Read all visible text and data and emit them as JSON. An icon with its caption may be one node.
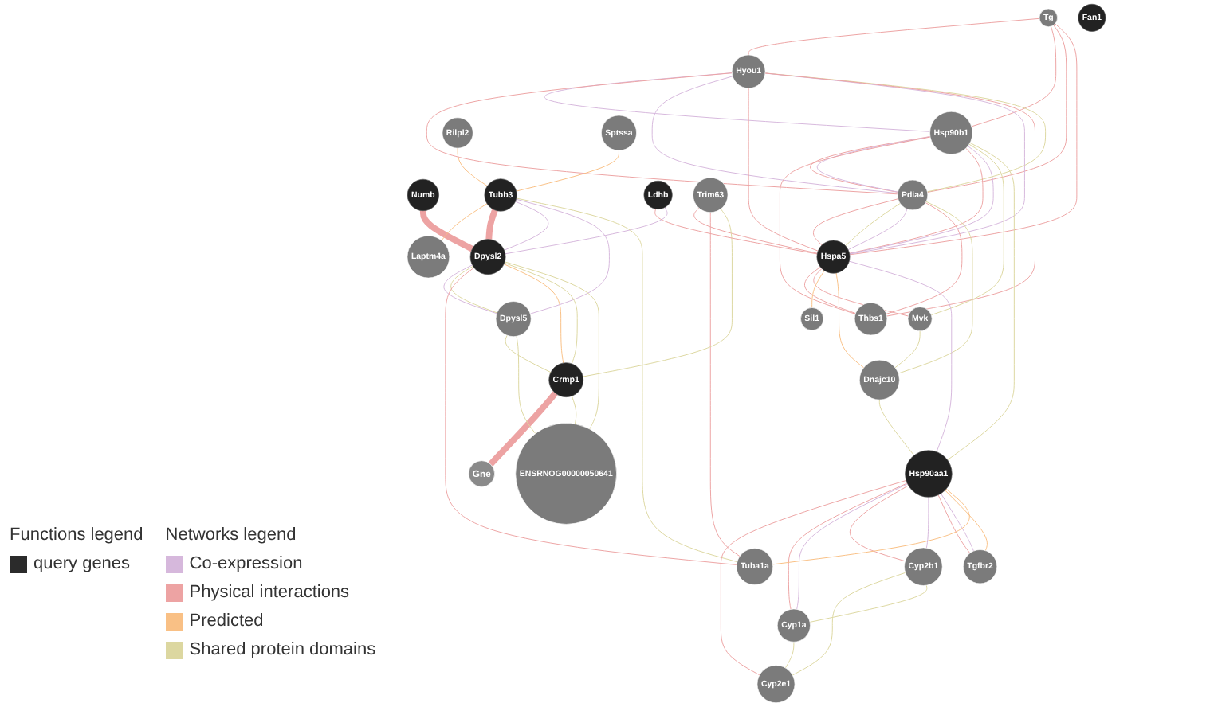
{
  "diagram": {
    "nodes": [
      {
        "text": [
          "Tg"
        ]
      },
      {
        "text": [
          "Hyou1"
        ]
      },
      {
        "text": [
          "Numb"
        ]
      },
      {
        "text": [
          "Hsp90b1"
        ]
      },
      {
        "text": [
          "Pdia4"
        ]
      },
      {
        "text": [
          "Ldhb"
        ]
      },
      {
        "text": [
          "Trim63"
        ]
      },
      {
        "text": [
          "Thbs1"
        ]
      },
      {
        "text": [
          "Hspa5"
        ]
      },
      {
        "text": [
          "Mvk"
        ]
      },
      {
        "text": [
          "Rilpl2"
        ]
      },
      {
        "text": [
          "Sil1"
        ]
      },
      {
        "text": [
          "Sptssa"
        ]
      },
      {
        "text": [
          "Tubb3"
        ]
      },
      {
        "text": [
          "Dpysl2"
        ]
      },
      {
        "text": [
          "Dnajc10"
        ]
      },
      {
        "text": [
          "Cyp2e1"
        ]
      },
      {
        "text": [
          "Hsp90aa1"
        ]
      },
      {
        "text": [
          "Laptm4a"
        ]
      },
      {
        "text": [
          "Cyp1a"
        ]
      },
      {
        "text": [
          "Dpysl5"
        ]
      },
      {
        "text": [
          "Tuba1a"
        ]
      },
      {
        "text": [
          "Cyp2b1"
        ]
      },
      {
        "text": [
          "Tgfbr2"
        ]
      },
      {
        "text": [
          "Crmp1"
        ]
      },
      {
        "text": [
          "Gne"
        ]
      },
      {
        "text": [
          "Fan1"
        ]
      },
      {
        "text": [
          "ENSRNOG00000050641"
        ]
      }
    ],
    "edges": [
      {
        "from": 0,
        "to": 1,
        "arrow": "none",
        "color": "#eda3a3"
      },
      {
        "from": 0,
        "to": 3,
        "arrow": "none",
        "color": "#eda3a3"
      },
      {
        "from": 0,
        "to": 4,
        "arrow": "none",
        "color": "#eda3a3"
      },
      {
        "from": 0,
        "to": 8,
        "arrow": "none",
        "color": "#eda3a3"
      },
      {
        "from": 1,
        "to": 3,
        "arrow": "none",
        "color": "#d6b8dc"
      },
      {
        "from": 4,
        "to": 1,
        "arrow": "none",
        "color": "#dcd7a0"
      },
      {
        "from": 1,
        "to": 4,
        "arrow": "none",
        "color": "#eda3a3"
      },
      {
        "from": 1,
        "to": 4,
        "arrow": "none",
        "color": "#d6b8dc"
      },
      {
        "from": 1,
        "to": 8,
        "arrow": "none",
        "color": "#eda3a3"
      },
      {
        "from": 1,
        "to": 8,
        "arrow": "none",
        "color": "#d6b8dc"
      },
      {
        "from": 1,
        "to": 7,
        "arrow": "none",
        "color": "#eda3a3"
      },
      {
        "from": 3,
        "to": 4,
        "arrow": "none",
        "color": "#eda3a3"
      },
      {
        "from": 3,
        "to": 4,
        "arrow": "none",
        "color": "#d6b8dc"
      },
      {
        "from": 3,
        "to": 7,
        "arrow": "none",
        "color": "#eda3a3"
      },
      {
        "from": 3,
        "to": 8,
        "arrow": "none",
        "color": "#eda3a3"
      },
      {
        "from": 3,
        "to": 8,
        "arrow": "none",
        "color": "#d6b8dc"
      },
      {
        "from": 3,
        "to": 9,
        "arrow": "none",
        "color": "#dcd7a0"
      },
      {
        "from": 3,
        "to": 17,
        "arrow": "none",
        "color": "#dcd7a0"
      },
      {
        "from": 4,
        "to": 8,
        "arrow": "none",
        "color": "#eda3a3"
      },
      {
        "from": 4,
        "to": 8,
        "arrow": "none",
        "color": "#dcd7a0"
      },
      {
        "from": 4,
        "to": 8,
        "arrow": "none",
        "color": "#d6b8dc"
      },
      {
        "from": 4,
        "to": 7,
        "arrow": "none",
        "color": "#eda3a3"
      },
      {
        "from": 4,
        "to": 15,
        "arrow": "none",
        "color": "#dcd7a0"
      },
      {
        "from": 8,
        "to": 7,
        "arrow": "none",
        "color": "#eda3a3"
      },
      {
        "from": 8,
        "to": 9,
        "arrow": "none",
        "color": "#eda3a3"
      },
      {
        "from": 8,
        "to": 11,
        "arrow": "none",
        "color": "#f9c085"
      },
      {
        "from": 8,
        "to": 15,
        "arrow": "none",
        "color": "#f9c085"
      },
      {
        "from": 8,
        "to": 17,
        "arrow": "none",
        "color": "#d6b8dc"
      },
      {
        "from": 6,
        "to": 8,
        "arrow": "none",
        "color": "#eda3a3"
      },
      {
        "from": 6,
        "to": 21,
        "arrow": "none",
        "color": "#eda3a3"
      },
      {
        "from": 6,
        "to": 24,
        "arrow": "none",
        "color": "#dcd7a0"
      },
      {
        "from": 2,
        "to": 14,
        "arrow": "none",
        "style": "thick",
        "color": "#eda3a3"
      },
      {
        "from": 5,
        "to": 8,
        "arrow": "none",
        "color": "#eda3a3"
      },
      {
        "from": 5,
        "to": 14,
        "arrow": "none",
        "color": "#d6b8dc"
      },
      {
        "from": 10,
        "to": 13,
        "arrow": "none",
        "color": "#f9c085"
      },
      {
        "from": 12,
        "to": 13,
        "arrow": "none",
        "color": "#f9c085"
      },
      {
        "from": 13,
        "to": 18,
        "arrow": "none",
        "color": "#f9c085"
      },
      {
        "from": 13,
        "to": 14,
        "arrow": "none",
        "style": "thick",
        "color": "#eda3a3"
      },
      {
        "from": 13,
        "to": 14,
        "arrow": "none",
        "color": "#d6b8dc"
      },
      {
        "from": 13,
        "to": 20,
        "arrow": "none",
        "color": "#d6b8dc"
      },
      {
        "from": 13,
        "to": 21,
        "arrow": "none",
        "color": "#dcd7a0"
      },
      {
        "from": 14,
        "to": 20,
        "arrow": "none",
        "color": "#d6b8dc"
      },
      {
        "from": 14,
        "to": 20,
        "arrow": "none",
        "color": "#dcd7a0"
      },
      {
        "from": 14,
        "to": 21,
        "arrow": "none",
        "color": "#eda3a3"
      },
      {
        "from": 14,
        "to": 24,
        "arrow": "none",
        "color": "#f9c085"
      },
      {
        "from": 14,
        "to": 24,
        "arrow": "none",
        "color": "#dcd7a0"
      },
      {
        "from": 14,
        "to": 27,
        "arrow": "none",
        "color": "#dcd7a0"
      },
      {
        "from": 9,
        "to": 15,
        "arrow": "none",
        "color": "#dcd7a0"
      },
      {
        "from": 15,
        "to": 17,
        "arrow": "none",
        "color": "#dcd7a0"
      },
      {
        "from": 17,
        "to": 16,
        "arrow": "none",
        "color": "#eda3a3"
      },
      {
        "from": 17,
        "to": 19,
        "arrow": "none",
        "color": "#eda3a3"
      },
      {
        "from": 17,
        "to": 19,
        "arrow": "none",
        "color": "#d6b8dc"
      },
      {
        "from": 17,
        "to": 22,
        "arrow": "none",
        "color": "#eda3a3"
      },
      {
        "from": 17,
        "to": 22,
        "arrow": "none",
        "color": "#d6b8dc"
      },
      {
        "from": 17,
        "to": 23,
        "arrow": "none",
        "color": "#eda3a3"
      },
      {
        "from": 17,
        "to": 23,
        "arrow": "none",
        "color": "#d6b8dc"
      },
      {
        "from": 17,
        "to": 23,
        "arrow": "none",
        "color": "#f9c085"
      },
      {
        "from": 17,
        "to": 21,
        "arrow": "none",
        "color": "#f9c085"
      },
      {
        "from": 22,
        "to": 16,
        "arrow": "none",
        "color": "#dcd7a0"
      },
      {
        "from": 19,
        "to": 16,
        "arrow": "none",
        "color": "#dcd7a0"
      },
      {
        "from": 22,
        "to": 19,
        "arrow": "none",
        "color": "#dcd7a0"
      },
      {
        "from": 24,
        "to": 25,
        "arrow": "none",
        "style": "thick",
        "color": "#eda3a3"
      },
      {
        "from": 24,
        "to": 27,
        "arrow": "none",
        "color": "#dcd7a0"
      },
      {
        "from": 20,
        "to": 24,
        "arrow": "none",
        "color": "#dcd7a0"
      },
      {
        "from": 20,
        "to": 27,
        "arrow": "none",
        "color": "#dcd7a0"
      }
    ],
    "labels": [
      "Functions legend",
      "Networks legend"
    ],
    "legend": [
      {
        "text": "query genes",
        "color": "#2b2b2b"
      },
      {
        "text": "Co-expression",
        "color": "#d6b8dc"
      },
      {
        "text": "Physical interactions",
        "color": "#eda3a3"
      },
      {
        "text": "Predicted",
        "color": "#f9c085"
      },
      {
        "text": "Shared protein domains",
        "color": "#dcd7a0"
      }
    ]
  }
}
